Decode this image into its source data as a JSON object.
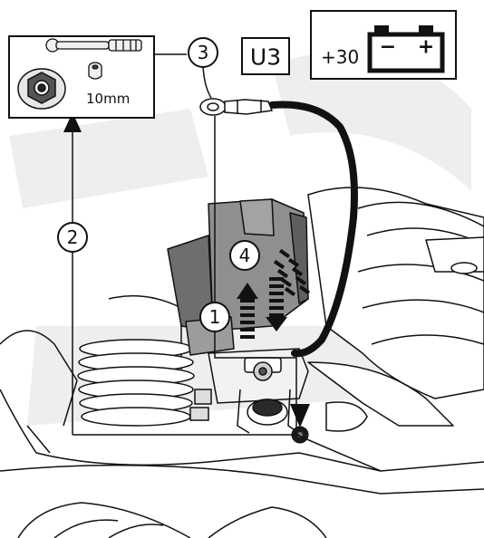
{
  "tool_box": {
    "size_label": "10mm",
    "tools": [
      "ratchet-wrench-icon",
      "extension-bar-icon",
      "socket-icon",
      "flange-nut-icon"
    ]
  },
  "panel_code": "U3",
  "terminal": {
    "label": "+30",
    "negative_sign": "−",
    "positive_sign": "+",
    "icon": "battery-icon"
  },
  "steps": [
    {
      "number": "1"
    },
    {
      "number": "2"
    },
    {
      "number": "3"
    },
    {
      "number": "4"
    }
  ],
  "colors": {
    "line": "#111111",
    "watermark": "#ececec",
    "background": "#ffffff"
  }
}
